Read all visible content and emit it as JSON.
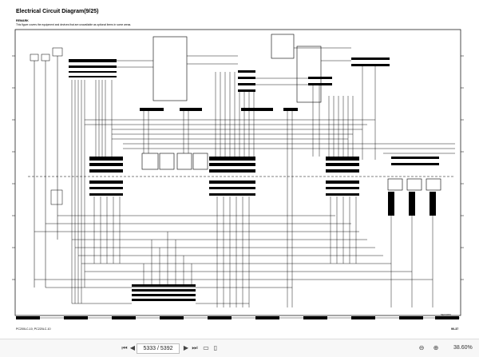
{
  "document": {
    "title": "Electrical Circuit Diagram(9/25)",
    "remark_heading": "REMARK",
    "remark_text": "This figure covers the equipment and devices that are unavailable as optional items in some areas.",
    "footer_models": "PC200LC-10, PC220LC-10",
    "footer_page_code": "90-37",
    "footer_sheet_code": "SEC0073"
  },
  "toolbar": {
    "first_page_icon": "first-page-icon",
    "prev_page_icon": "prev-page-icon",
    "page_indicator": "5333 / 5392",
    "next_page_icon": "next-page-icon",
    "last_page_icon": "last-page-icon",
    "fit_width_icon": "fit-width-icon",
    "fit_page_icon": "fit-page-icon",
    "zoom_out_icon": "zoom-out-icon",
    "zoom_in_icon": "zoom-in-icon",
    "zoom_level": "38.60%"
  }
}
